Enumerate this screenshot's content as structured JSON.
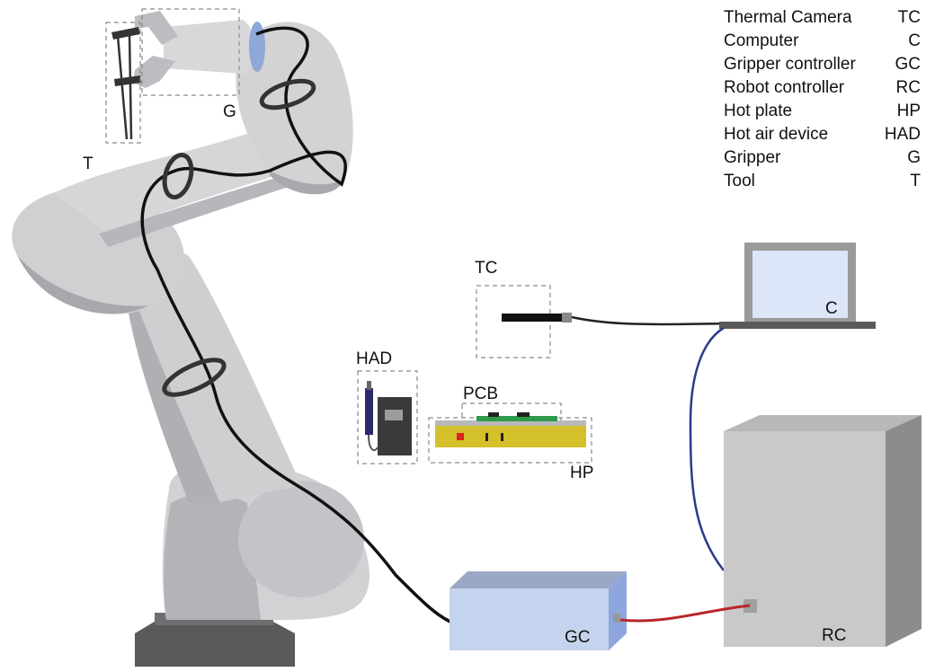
{
  "legend": [
    {
      "name": "Thermal Camera",
      "abbr": "TC"
    },
    {
      "name": "Computer",
      "abbr": "C"
    },
    {
      "name": "Gripper controller",
      "abbr": "GC"
    },
    {
      "name": "Robot controller",
      "abbr": "RC"
    },
    {
      "name": "Hot plate",
      "abbr": "HP"
    },
    {
      "name": "Hot air device",
      "abbr": "HAD"
    },
    {
      "name": "Gripper",
      "abbr": "G"
    },
    {
      "name": "Tool",
      "abbr": "T"
    }
  ],
  "labels": {
    "tool": "T",
    "gripper": "G",
    "thermal_camera": "TC",
    "computer": "C",
    "hot_air_device": "HAD",
    "pcb": "PCB",
    "hot_plate": "HP",
    "gripper_controller": "GC",
    "robot_controller": "RC"
  },
  "colors": {
    "robot_body": "#cfcfd1",
    "robot_shadow": "#a9a9ad",
    "gripper_controller": "#c5d4ee",
    "robot_controller": "#c9c9c9",
    "hot_plate": "#d4c02a",
    "blue_cable": "#2b3a8a",
    "red_cable": "#b8262b",
    "black_cable": "#111111"
  }
}
